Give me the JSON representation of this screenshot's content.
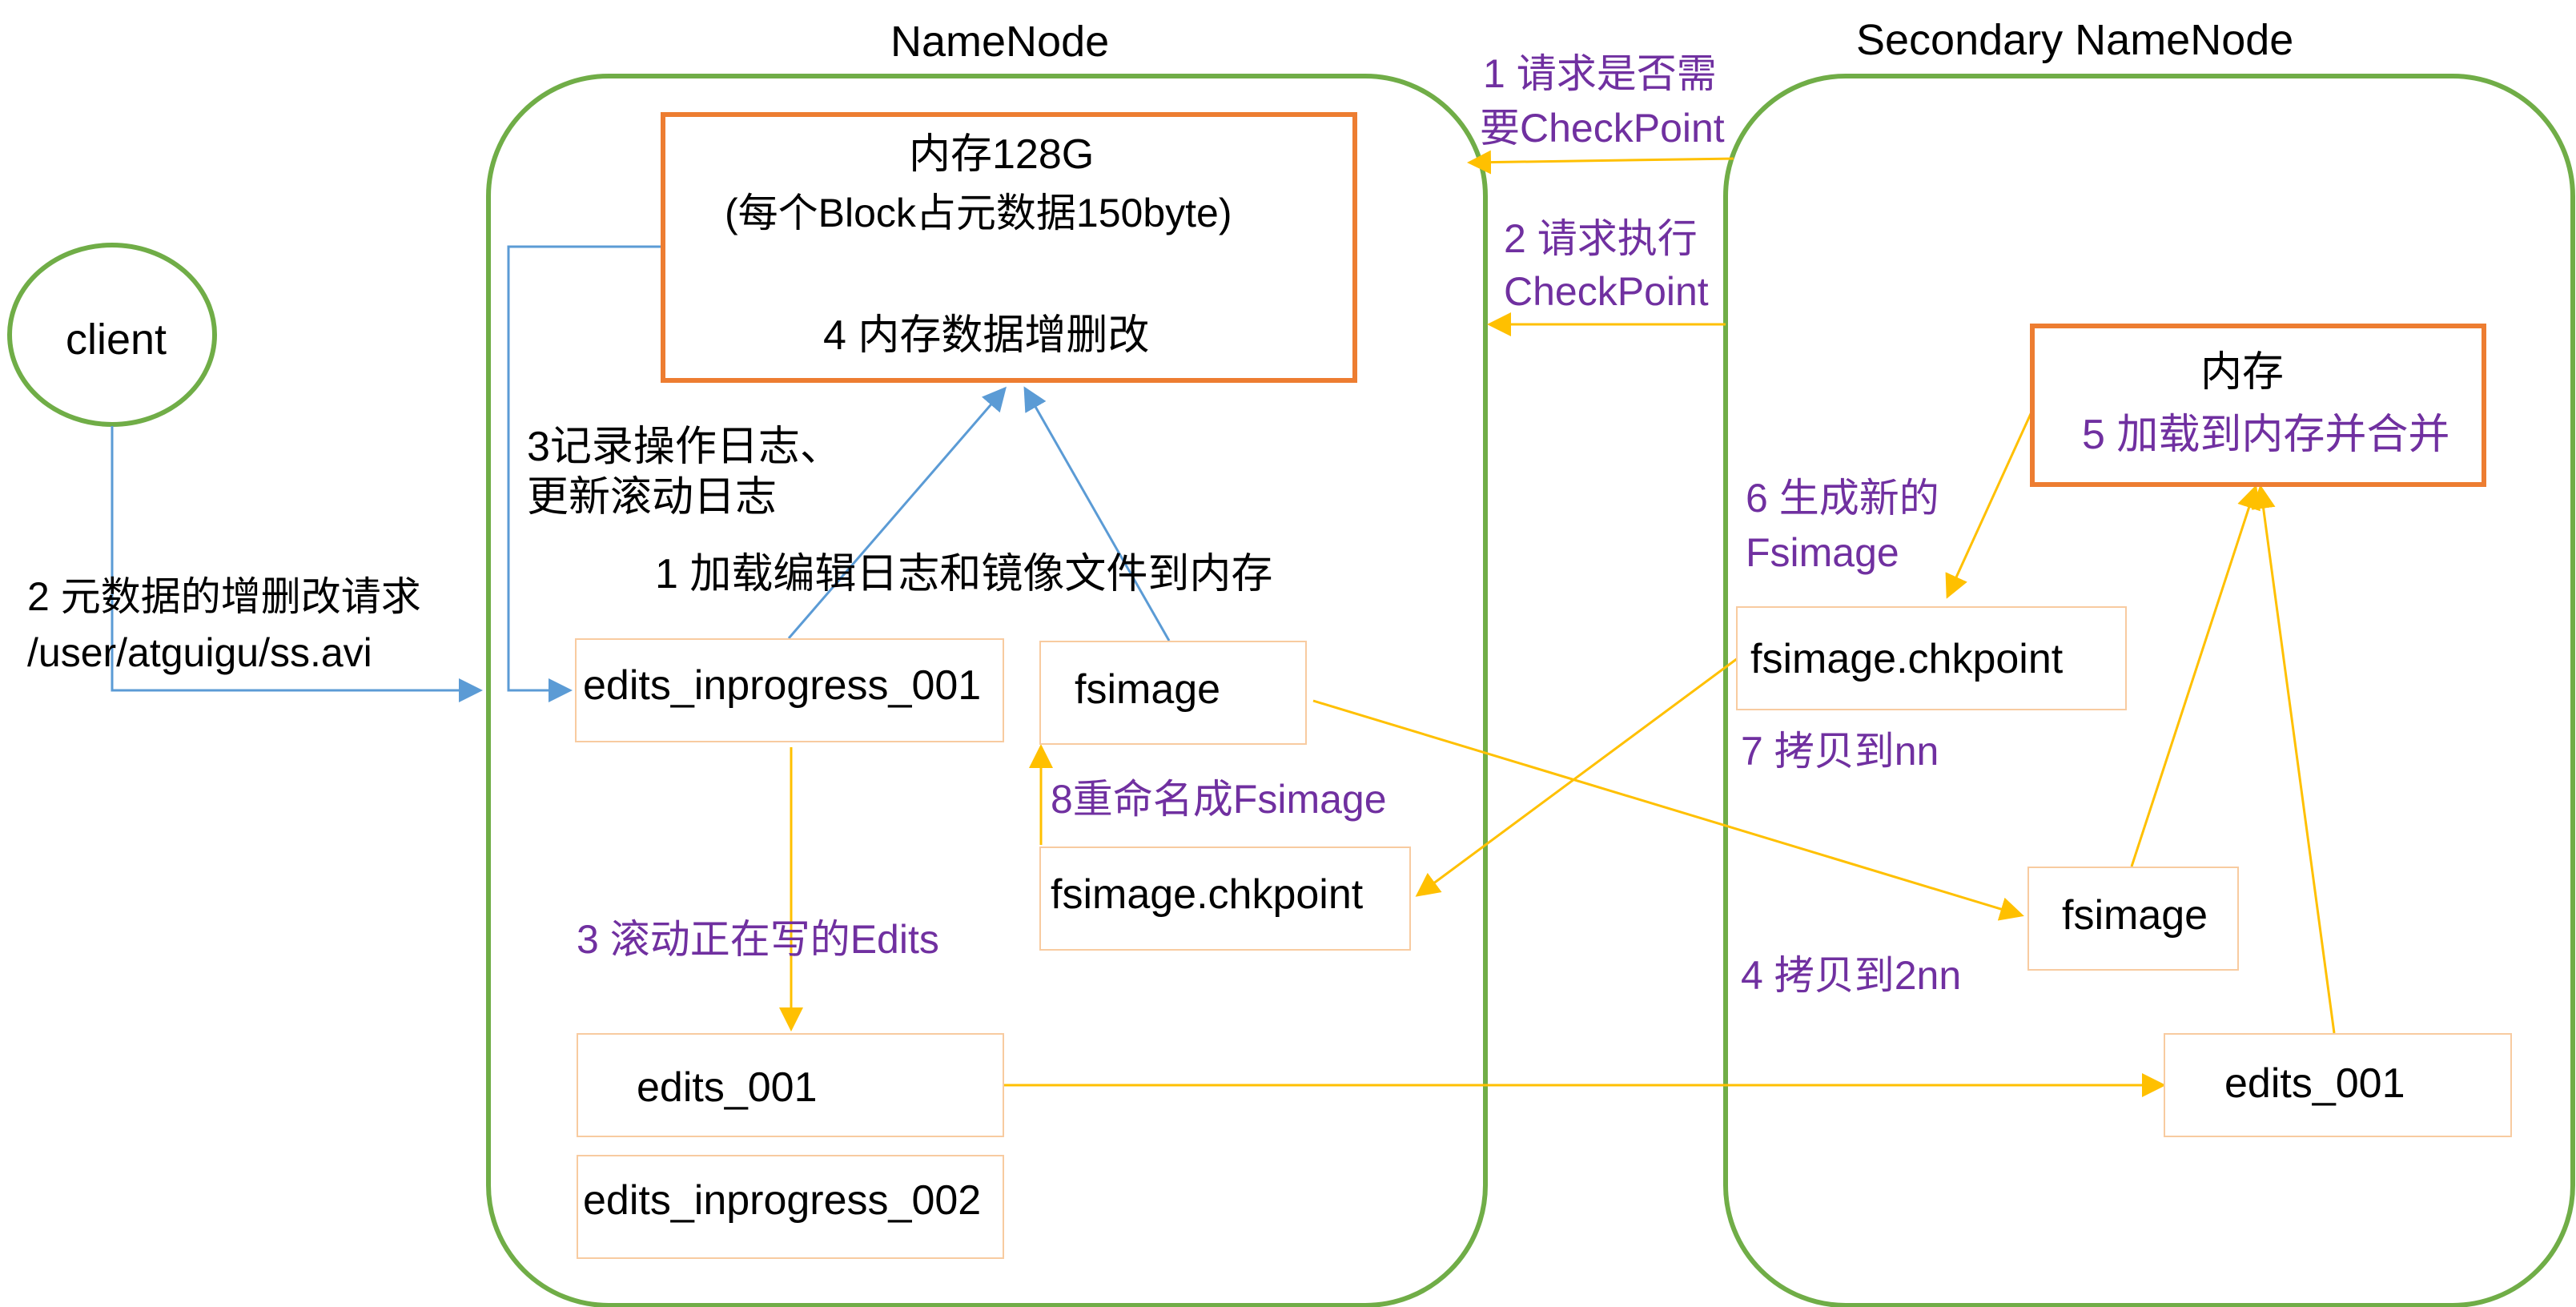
{
  "colors": {
    "container_stroke": "#70ad47",
    "memory_box_stroke": "#ed7d31",
    "file_box_stroke": "#f8cba0",
    "arrow_yellow": "#ffc000",
    "arrow_blue": "#5b9bd5",
    "annotation_purple": "#7030a0"
  },
  "namenode": {
    "title": "NameNode",
    "memory_line1": "内存128G",
    "memory_line2": "(每个Block占元数据150byte)",
    "memory_line3": "4 内存数据增删改",
    "edits_inprogress_001": "edits_inprogress_001",
    "fsimage": "fsimage",
    "fsimage_chkpoint": "fsimage.chkpoint",
    "edits_001": "edits_001",
    "edits_inprogress_002": "edits_inprogress_002"
  },
  "secondary": {
    "title": "Secondary NameNode",
    "memory_line1": "内存",
    "memory_line2": "5 加载到内存并合并",
    "fsimage_chkpoint": "fsimage.chkpoint",
    "fsimage": "fsimage",
    "edits_001": "edits_001"
  },
  "client": {
    "label": "client"
  },
  "annotations": {
    "request_line1": "2 元数据的增删改请求",
    "request_line2": "/user/atguigu/ss.avi",
    "log_line1": "3记录操作日志、",
    "log_line2": "更新滚动日志",
    "load_to_memory": "1 加载编辑日志和镜像文件到内存",
    "roll_edits": "3 滚动正在写的Edits",
    "rename": "8重命名成Fsimage",
    "need_checkpoint_line1": "1 请求是否需",
    "need_checkpoint_line2": "要CheckPoint",
    "exec_checkpoint_line1": "2 请求执行",
    "exec_checkpoint_line2": "CheckPoint",
    "new_fsimage_line1": "6 生成新的",
    "new_fsimage_line2": "Fsimage",
    "copy_to_nn": "7 拷贝到nn",
    "copy_to_2nn": "4 拷贝到2nn"
  }
}
